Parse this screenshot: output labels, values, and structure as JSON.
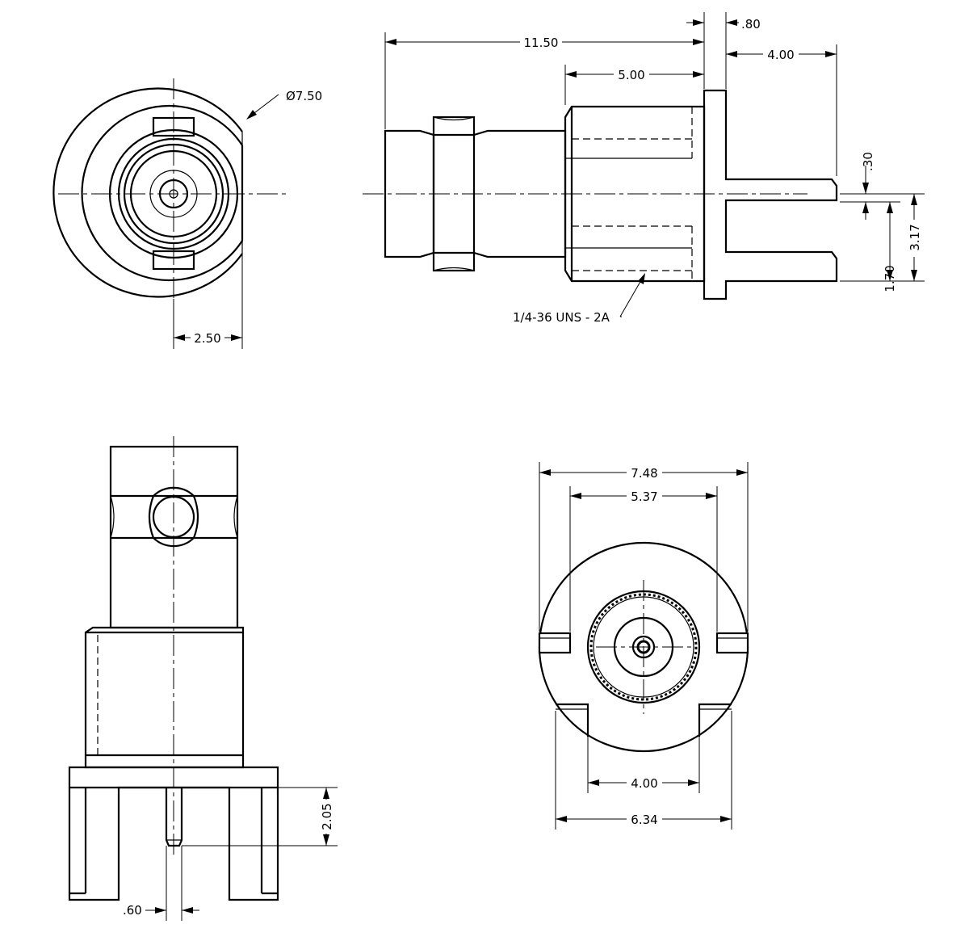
{
  "dimensions": {
    "top_left": {
      "diameter": "Ø7.50",
      "offset": "2.50"
    },
    "top_right": {
      "overall_length": "11.50",
      "thread_length": "5.00",
      "flange_thickness": ".80",
      "pin_length": "4.00",
      "pin_offset": ".30",
      "pin_spacing": "3.17",
      "pin_gap": "1.70",
      "thread_spec": "1/4-36 UNS - 2A"
    },
    "bottom_left": {
      "pin_height": "2.05",
      "pin_width": ".60"
    },
    "bottom_right": {
      "body_diameter": "7.48",
      "slot_spacing": "5.37",
      "leg_inner": "4.00",
      "leg_outer": "6.34"
    }
  }
}
